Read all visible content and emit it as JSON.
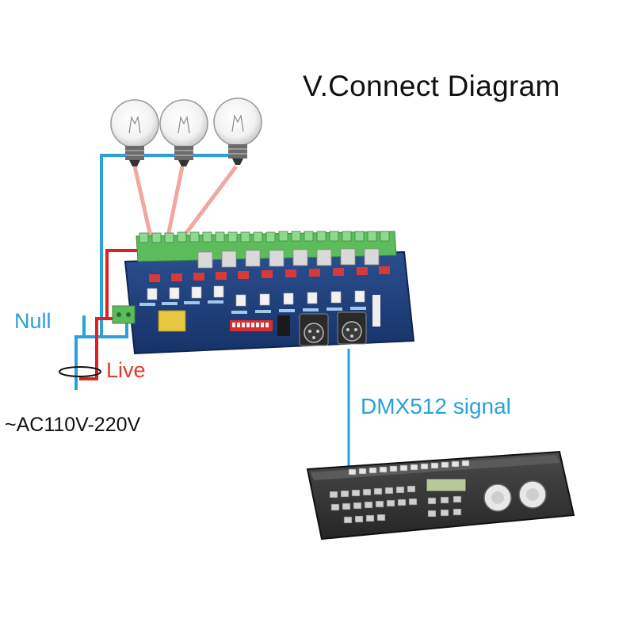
{
  "diagram": {
    "title": "V.Connect Diagram",
    "labels": {
      "null_wire": "Null",
      "live_wire": "Live",
      "power_supply": "~AC110V-220V",
      "signal": "DMX512 signal"
    },
    "components": {
      "bulbs": [
        "light-bulb",
        "light-bulb",
        "light-bulb"
      ],
      "decoder_board": "dmx-dimmer-board",
      "controller": "dmx-console"
    },
    "colors": {
      "null_wire": "#2aa0dc",
      "live_wire": "#e02020",
      "load_wire": "#f0a8a0",
      "signal_wire": "#2aa0dc",
      "board": "#1f3f78",
      "terminal": "#5cbc5c"
    }
  }
}
